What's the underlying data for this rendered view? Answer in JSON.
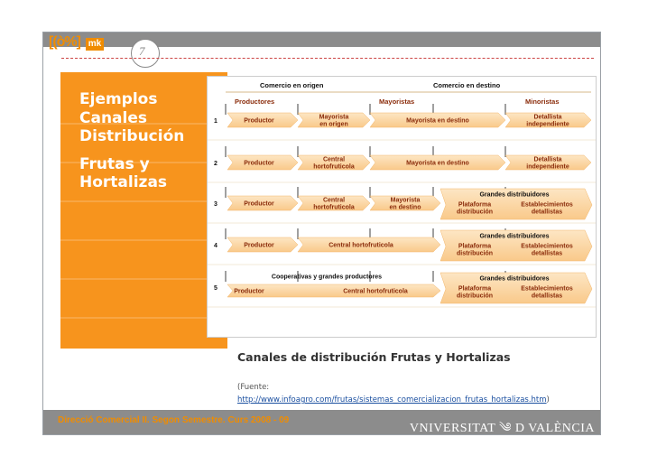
{
  "header": {
    "logo_text": "[(ò%]",
    "logo_badge": "mk",
    "page_number": "7"
  },
  "sidebar": {
    "lines": [
      "Ejemplos",
      "Canales",
      "Distribución",
      "",
      "Frutas y",
      "Hortalizas"
    ]
  },
  "diagram": {
    "header_left": "Comercio en origen",
    "header_right": "Comercio en destino",
    "col_productores": "Productores",
    "col_mayoristas": "Mayoristas",
    "col_minoristas": "Minoristas",
    "rows": [
      {
        "num": "1",
        "productor": "Productor",
        "b2": [
          "Mayorista",
          "en origen"
        ],
        "b3": "Mayorista en destino",
        "b4": [
          "Detallista",
          "independiente"
        ]
      },
      {
        "num": "2",
        "productor": "Productor",
        "b2": [
          "Central",
          "hortofruticola"
        ],
        "b3": "Mayorista en destino",
        "b4": [
          "Detallista",
          "independiente"
        ]
      },
      {
        "num": "3",
        "productor": "Productor",
        "b2": [
          "Central",
          "hortofruticola"
        ],
        "b3": [
          "Mayorista",
          "en destino"
        ],
        "gd_title": "Grandes distribuidores",
        "gd_a": [
          "Plataforma",
          "distribución"
        ],
        "gd_b": [
          "Establecimientos",
          "detallistas"
        ]
      },
      {
        "num": "4",
        "productor": "Productor",
        "b2": "Central hortofruticola",
        "gd_title": "Grandes distribuidores",
        "gd_a": [
          "Plataforma",
          "distribución"
        ],
        "gd_b": [
          "Establecimientos",
          "detallistas"
        ]
      },
      {
        "num": "5",
        "coop": "Cooperativas y grandes productores",
        "productor": "Productor",
        "b2": "Central hortofruticola",
        "gd_title": "Grandes distribuidores",
        "gd_a": [
          "Plataforma",
          "distribución"
        ],
        "gd_b": [
          "Establecimientos",
          "detallistas"
        ]
      }
    ]
  },
  "caption": "Canales de distribución Frutas y Hortalizas",
  "source_label": "(Fuente:",
  "source_url": "http://www.infoagro.com/frutas/sistemas_comercializacion_frutas_hortalizas.htm",
  "source_close": ")",
  "footer": {
    "course": "Direcció Comercial II. Segon Semestre. Curs 2008 - 09",
    "university": "VNIVERSITAT ༄ D VALÈNCIA"
  },
  "colors": {
    "orange": "#f7941d",
    "band": "#fde1b8",
    "text_dark": "#8a2b0a",
    "gray_bar": "#8c8c8c"
  }
}
